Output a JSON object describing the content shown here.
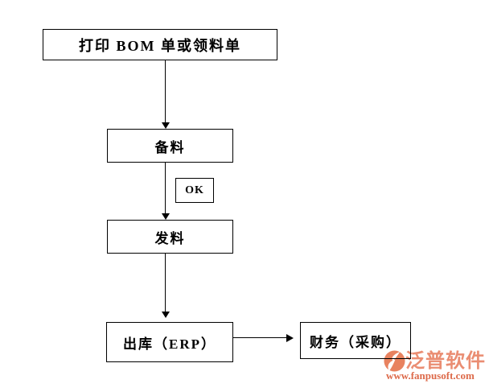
{
  "diagram": {
    "type": "flowchart",
    "nodes": [
      {
        "id": "print-bom",
        "label": "打印 BOM 单或领料单"
      },
      {
        "id": "prepare",
        "label": "备料"
      },
      {
        "id": "ok",
        "label": "OK"
      },
      {
        "id": "issue",
        "label": "发料"
      },
      {
        "id": "outbound",
        "label": "出库（ERP）"
      },
      {
        "id": "finance",
        "label": "财务（采购）"
      }
    ],
    "edges": [
      {
        "from": "print-bom",
        "to": "prepare",
        "direction": "down"
      },
      {
        "from": "prepare",
        "to": "issue",
        "direction": "down",
        "note": "passes beside OK box"
      },
      {
        "from": "issue",
        "to": "outbound",
        "direction": "down"
      },
      {
        "from": "outbound",
        "to": "finance",
        "direction": "right"
      }
    ]
  },
  "watermark": {
    "brand": "泛普软件",
    "url": "www.fanpusoft.com",
    "brand_color": "#ea8d72",
    "url_color": "#dd6a4a",
    "logo_color": "#e8825f"
  },
  "colors": {
    "line": "#000000",
    "background": "#ffffff"
  }
}
